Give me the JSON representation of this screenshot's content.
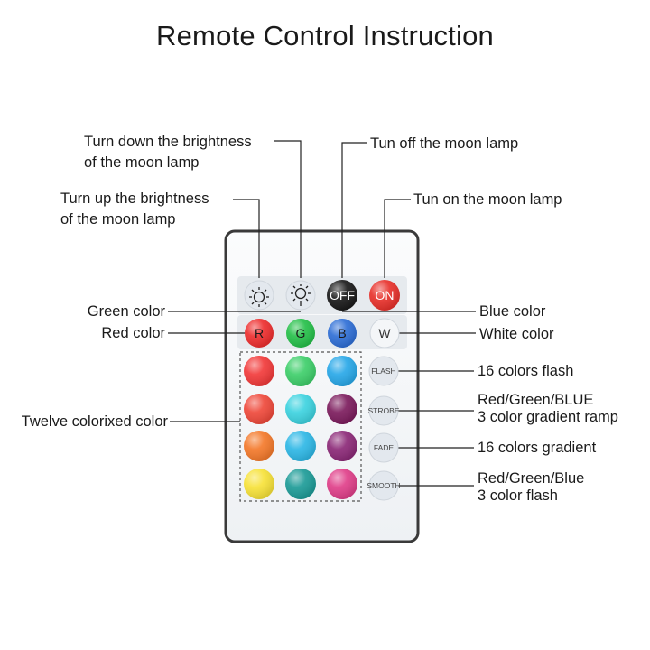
{
  "title": "Remote Control Instruction",
  "buttons": {
    "brightness_up_icon": "sun-up-icon",
    "brightness_down_icon": "sun-down-icon",
    "off": "OFF",
    "on": "ON",
    "red": "R",
    "green": "G",
    "blue": "B",
    "white": "W",
    "flash": "FLASH",
    "strobe": "STROBE",
    "fade": "FADE",
    "smooth": "SMOOTH"
  },
  "color_grid": [
    [
      "#f23b3b",
      "#3fcf6b",
      "#29a8e8"
    ],
    [
      "#ef4a3c",
      "#3ed3e0",
      "#7d1d5e"
    ],
    [
      "#f47a2c",
      "#2fb8e6",
      "#8c2a78"
    ],
    [
      "#f7e23a",
      "#1e9c98",
      "#e0408a"
    ]
  ],
  "colors": {
    "red_btn": "#ee2f2f",
    "green_btn": "#26c04a",
    "blue_btn": "#2f6fd6",
    "on_btn": "#e8322c",
    "off_btn": "#1b1b1b",
    "light_btn": "#e3e8ee"
  },
  "labels": {
    "brightness_down_1": "Turn down the brightness",
    "brightness_down_2": "of the moon lamp",
    "brightness_up_1": "Turn up the brightness",
    "brightness_up_2": "of the moon lamp",
    "off": "Tun off the moon lamp",
    "on": "Tun on the moon lamp",
    "green": "Green color",
    "red": "Red color",
    "blue": "Blue color",
    "white": "White color",
    "twelve": "Twelve colorixed color",
    "flash": "16  colors flash",
    "strobe_1": "Red/Green/BLUE",
    "strobe_2": "3 color gradient ramp",
    "fade": "16 colors gradient",
    "smooth_1": "Red/Green/Blue",
    "smooth_2": "3 color flash"
  }
}
